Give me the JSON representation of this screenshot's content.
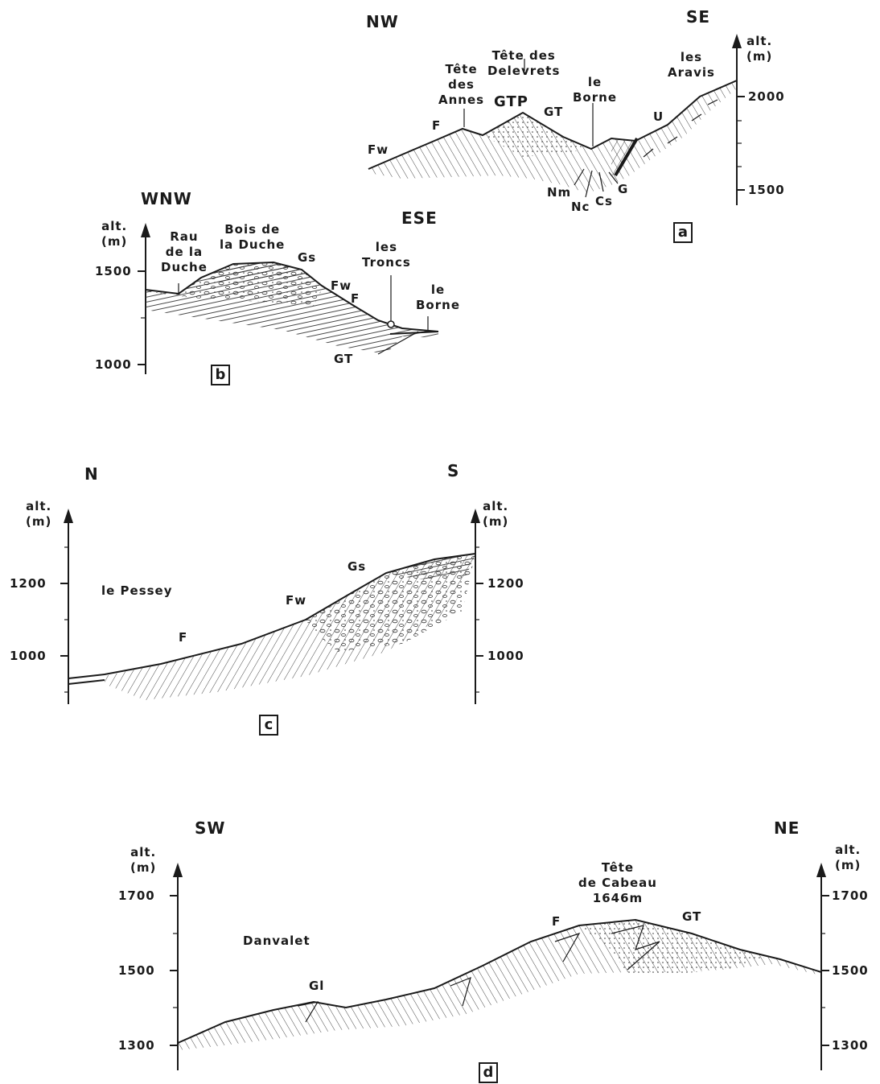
{
  "panel_a": {
    "label": "a",
    "dir_left": "NW",
    "dir_right": "SE",
    "alt_label": "alt.\n(m)",
    "ticks": [
      "2000",
      "1500"
    ],
    "place_tete_annes": "Tête\ndes\nAnnes",
    "place_tete_delevrets": "Tête des\nDelevrets",
    "place_le_borne": "le\nBorne",
    "place_les_aravis": "les\nAravis",
    "units": [
      "Fw",
      "F",
      "GTP",
      "GT",
      "U",
      "Nm",
      "Nc",
      "Cs",
      "G"
    ]
  },
  "panel_b": {
    "label": "b",
    "dir_left": "WNW",
    "dir_right": "ESE",
    "alt_label": "alt.\n(m)",
    "ticks": [
      "1500",
      "1000"
    ],
    "place_rau": "Rau\nde la\nDuche",
    "place_bois": "Bois de\nla Duche",
    "place_tronc": "les\nTroncs",
    "place_borne": "le\nBorne",
    "units": [
      "Gs",
      "Fw",
      "F",
      "GT"
    ]
  },
  "panel_c": {
    "label": "c",
    "dir_left": "N",
    "dir_right": "S",
    "alt_label": "alt.\n(m)",
    "ticks": [
      "1200",
      "1000"
    ],
    "place": "le Pessey",
    "units": [
      "Gs",
      "Fw",
      "F"
    ]
  },
  "panel_d": {
    "label": "d",
    "dir_left": "SW",
    "dir_right": "NE",
    "alt_label": "alt.\n(m)",
    "ticks": [
      "1700",
      "1500",
      "1300"
    ],
    "place_danvalet": "Danvalet",
    "place_tete": "Tête\nde Cabeau\n1646m",
    "units": [
      "Gl",
      "F",
      "GT"
    ]
  },
  "colors": {
    "ink": "#1a1a1a",
    "paper": "#ffffff"
  }
}
